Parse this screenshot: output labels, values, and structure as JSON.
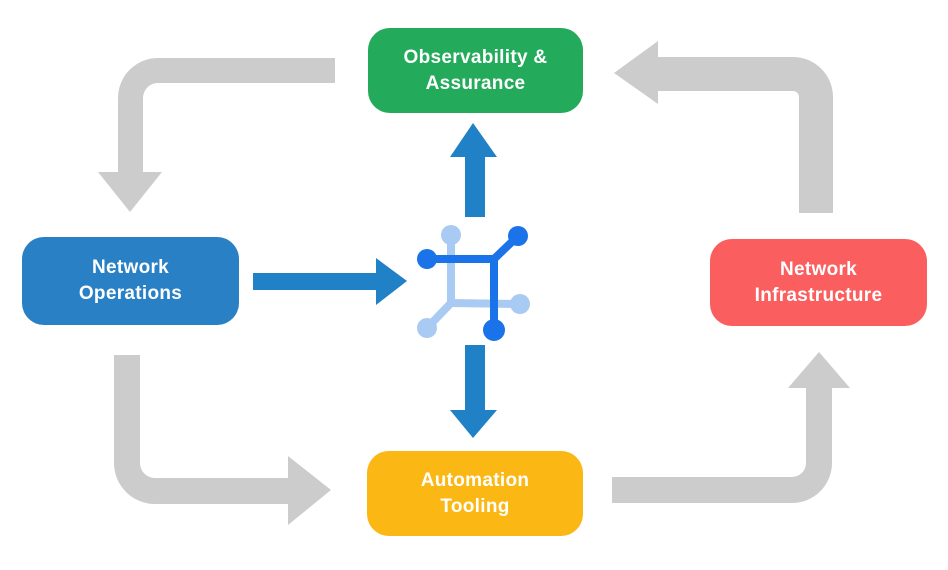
{
  "boxes": {
    "observability": {
      "lines": [
        "Observability &",
        "Assurance"
      ],
      "color": "#23AB5B"
    },
    "network_operations": {
      "lines": [
        "Network",
        "Operations"
      ],
      "color": "#2A80C4"
    },
    "network_infrastructure": {
      "lines": [
        "Network",
        "Infrastructure"
      ],
      "color": "#FB5E5E"
    },
    "automation_tooling": {
      "lines": [
        "Automation",
        "Tooling"
      ],
      "color": "#FBB713"
    }
  },
  "icons": {
    "center": "network-mesh-icon"
  },
  "colors": {
    "background": "#FFFFFF",
    "cycle_arrow_gray": "#CCCCCC",
    "flow_arrow_blue": "#2181C6",
    "icon_dark_blue": "#1A73E8",
    "icon_light_blue": "#A9CBF3",
    "box_text": "#FFFFFF"
  }
}
